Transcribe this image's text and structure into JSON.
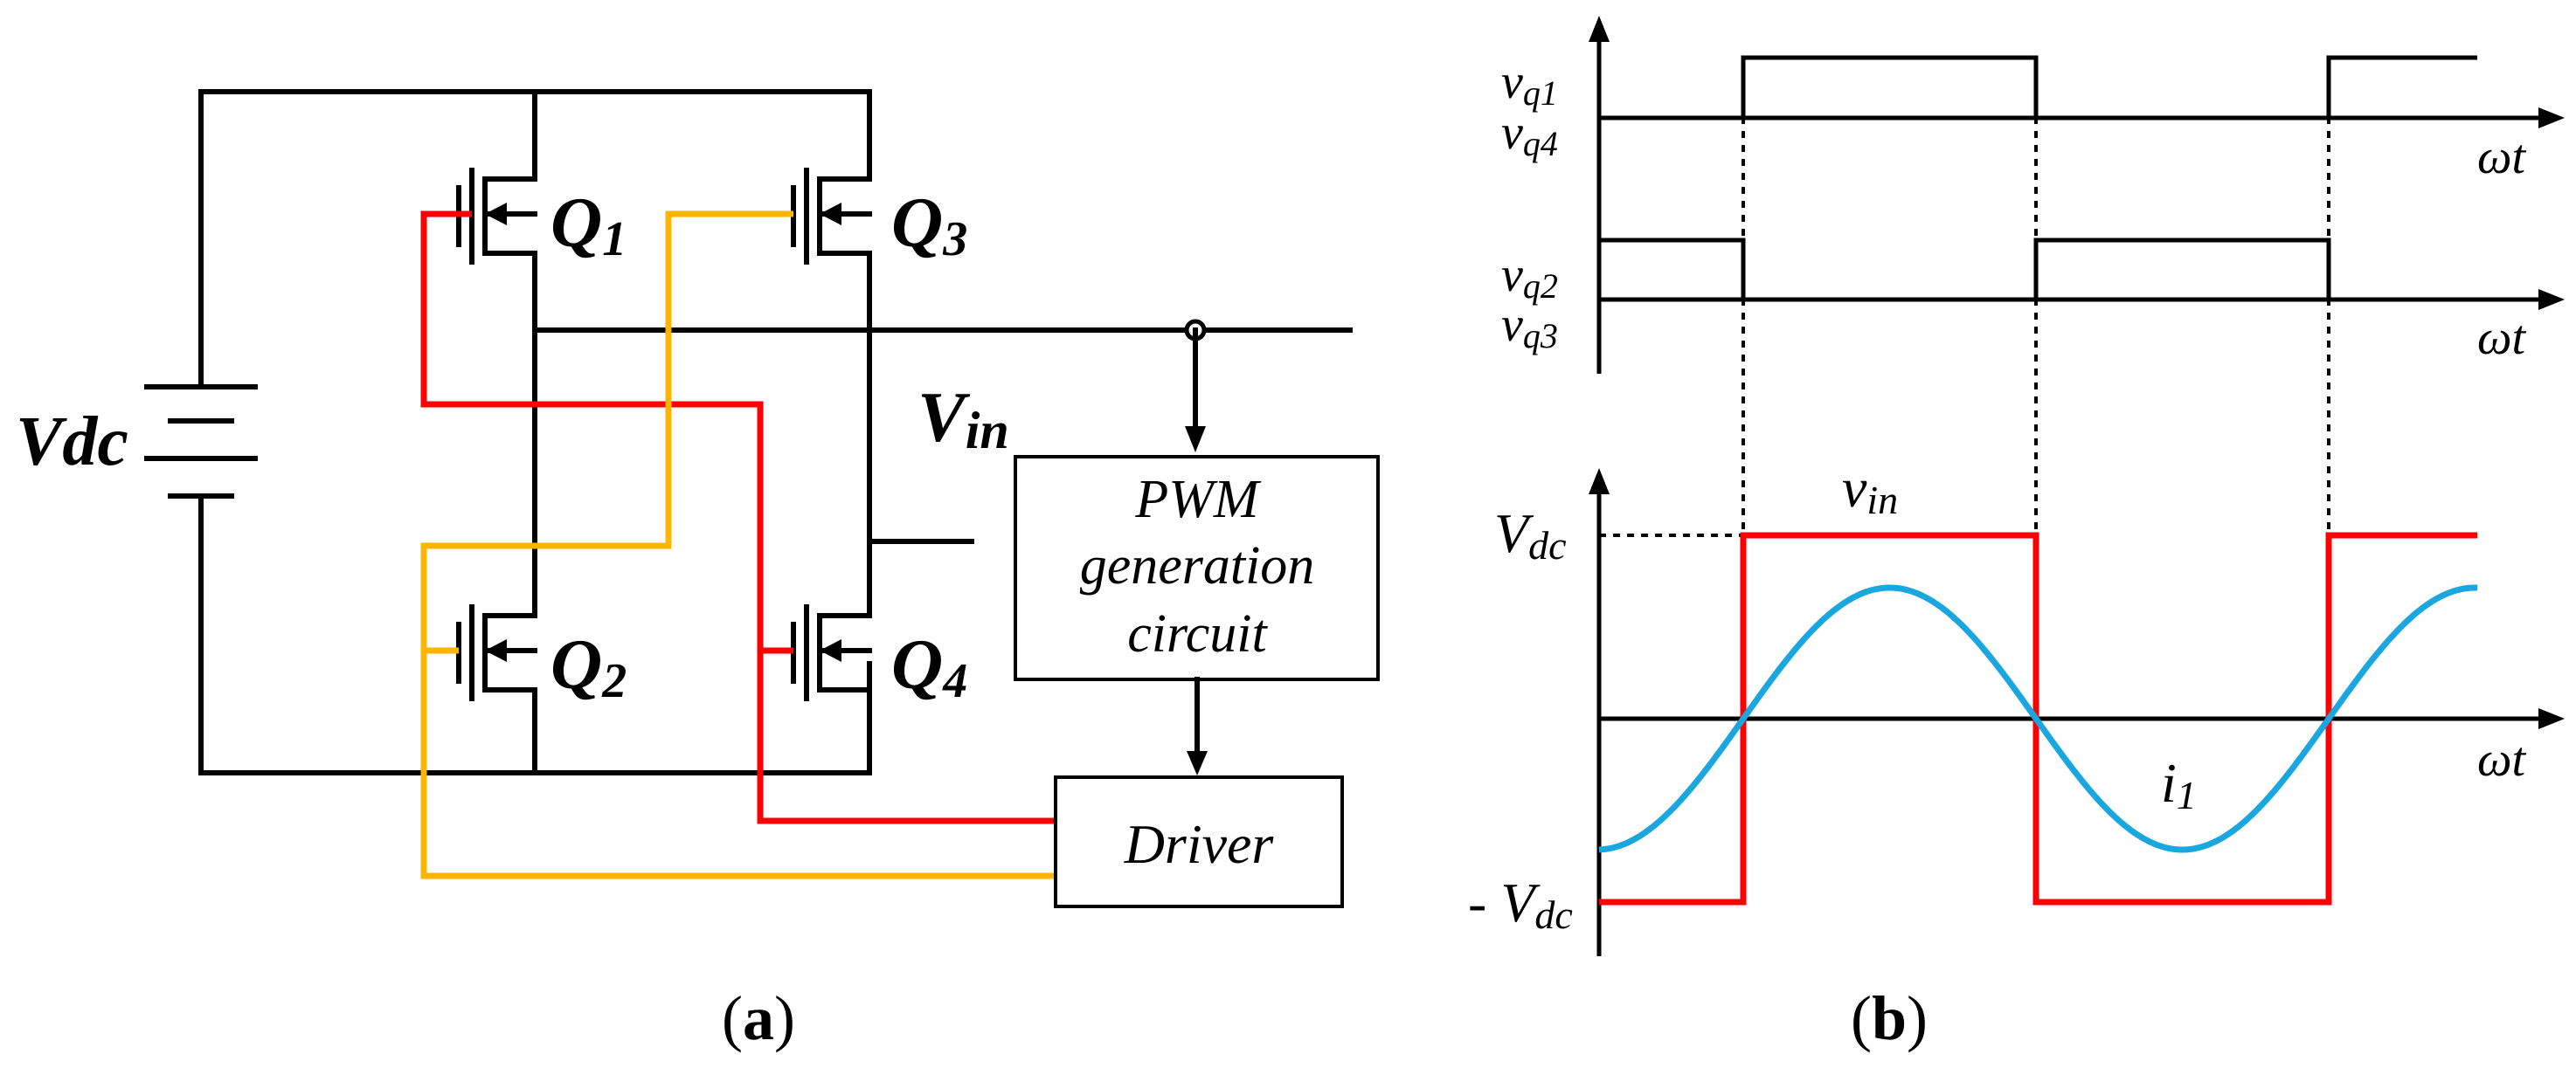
{
  "colors": {
    "wire": "#000000",
    "gate_q1_q4": "#ff0000",
    "gate_q2_q3": "#ffb400",
    "v_in": "#ff0000",
    "i1": "#1aa7e0"
  },
  "panel_a": {
    "source_label": "Vdc",
    "switches": [
      {
        "name": "Q",
        "sub": "1"
      },
      {
        "name": "Q",
        "sub": "3"
      },
      {
        "name": "Q",
        "sub": "2"
      },
      {
        "name": "Q",
        "sub": "4"
      }
    ],
    "output_label": {
      "main": "V",
      "sub": "in"
    },
    "pwm_block": [
      "PWM",
      "generation",
      "circuit"
    ],
    "driver_block": "Driver",
    "caption": {
      "open": "(",
      "letter": "a",
      "close": ")"
    }
  },
  "panel_b": {
    "axis1": {
      "labels": [
        {
          "main": "v",
          "sub": "q1"
        },
        {
          "main": "v",
          "sub": "q4"
        }
      ],
      "x_label": "ωt"
    },
    "axis2": {
      "labels": [
        {
          "main": "v",
          "sub": "q2"
        },
        {
          "main": "v",
          "sub": "q3"
        }
      ],
      "x_label": "ωt"
    },
    "axis3": {
      "y_ticks": [
        {
          "main": "V",
          "sub": "dc"
        },
        {
          "main": "- V",
          "sub": "dc"
        }
      ],
      "x_label": "ωt",
      "v_in_label": {
        "main": "v",
        "sub": "in"
      },
      "i1_label": {
        "main": "i",
        "sub": "1"
      }
    },
    "caption": {
      "open": "(",
      "letter": "b",
      "close": ")"
    }
  }
}
